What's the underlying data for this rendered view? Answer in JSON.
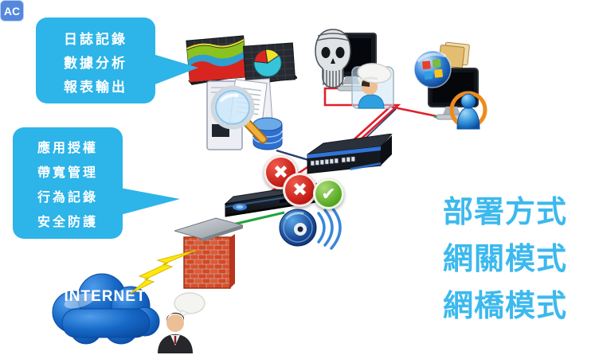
{
  "callout_top": {
    "lines": [
      "日誌記錄",
      "數據分析",
      "報表輸出"
    ]
  },
  "callout_left": {
    "lines": [
      "應用授權",
      "帶寬管理",
      "行為記錄",
      "安全防護"
    ]
  },
  "headline": {
    "lines": [
      "部署方式",
      "網關模式",
      "網橋模式"
    ]
  },
  "cloud": {
    "label": "INTERNET"
  },
  "appliance": {
    "badge": "AC"
  },
  "icon_glyphs": {
    "block_x": "✖",
    "allow_check": "✔"
  },
  "colors": {
    "callout_bg": "#2db4e8",
    "headline_text": "#3cb9ee",
    "line_red": "#e01f2a",
    "line_green": "#21a33d",
    "line_navy": "#27406e",
    "cloud_blue": "#1668c6",
    "status_error": "#c21a14",
    "status_ok": "#55a81f",
    "firewall_brick": "#dd4f2c",
    "lightning": "#ffe80a"
  },
  "icons": [
    "area-chart-icon",
    "pie-chart-icon",
    "audit-search-icon",
    "skull-computer-icon",
    "capped-user-avatar-icon",
    "windows-computer-icon",
    "msn-user-icon",
    "network-switch-icon",
    "block-x-icon",
    "allow-check-icon",
    "gateway-appliance-icon",
    "alarm-speaker-icon",
    "firewall-icon",
    "lightning-bolt-icon",
    "internet-cloud-icon",
    "suited-person-icon",
    "connection-lines"
  ]
}
